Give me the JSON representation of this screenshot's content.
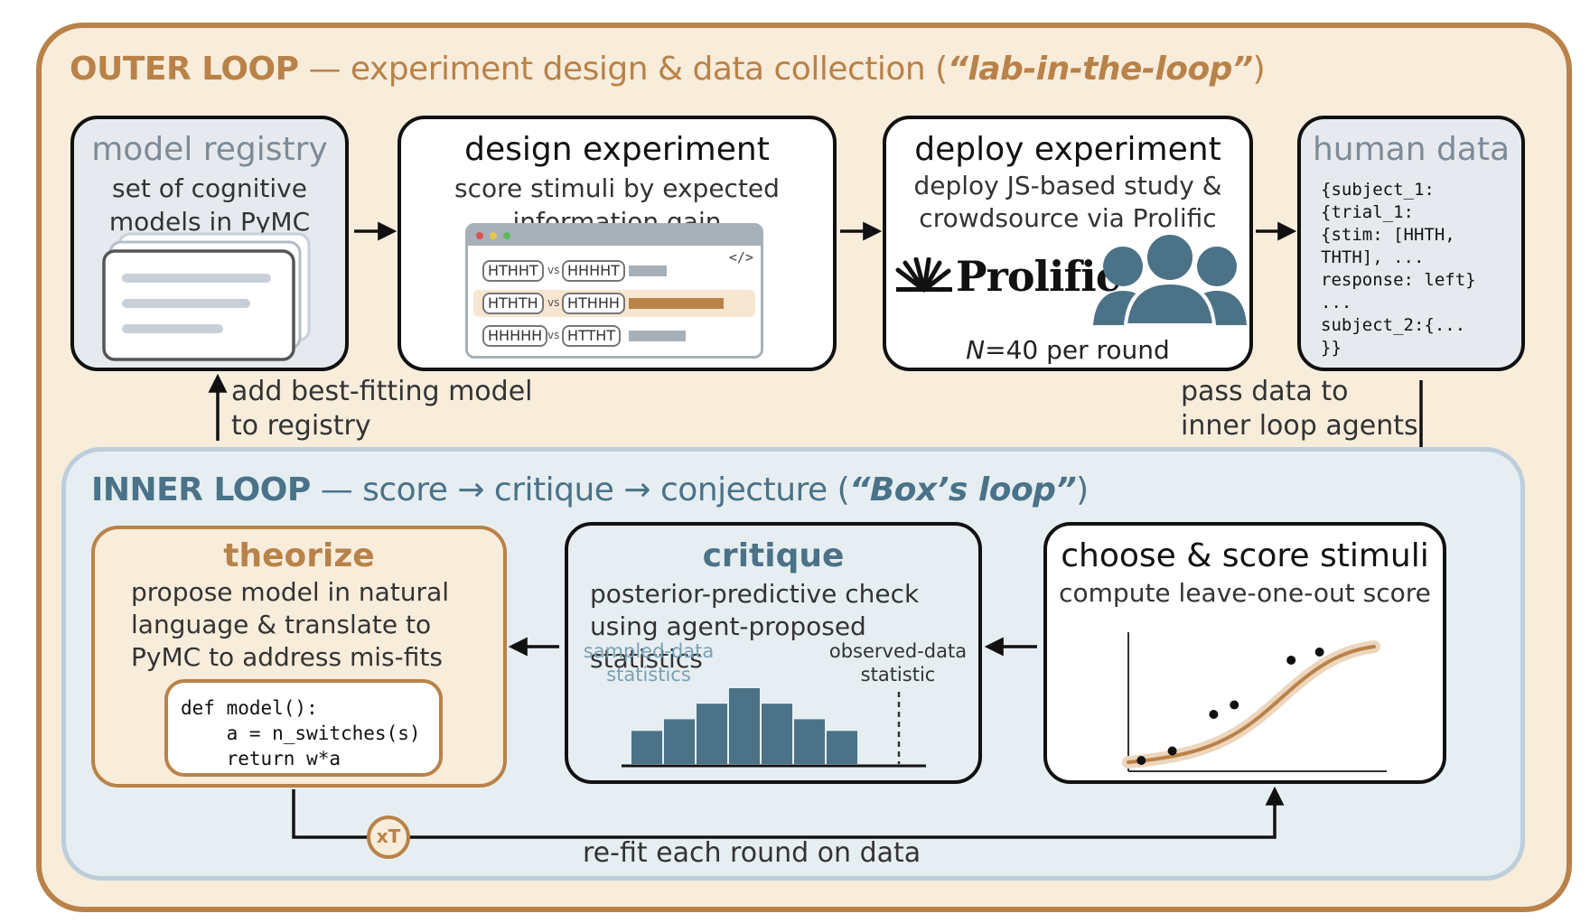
{
  "outer_loop": {
    "title_bold": "OUTER LOOP",
    "title_rest": " — experiment design & data collection (",
    "title_italic": "“lab-in-the-loop”",
    "title_close": ")"
  },
  "model_registry": {
    "title": "model registry",
    "text": "set of cognitive models in PyMC"
  },
  "design_experiment": {
    "title": "design experiment",
    "text": "score stimuli by expected information gain",
    "code_tag": "</>",
    "rows": [
      {
        "left": "HTHHT",
        "vs": "vs",
        "right": "HHHHT",
        "score": 0.4,
        "highlight": false
      },
      {
        "left": "HTHTH",
        "vs": "vs",
        "right": "HTHHH",
        "score": 1.0,
        "highlight": true
      },
      {
        "left": "HHHHH",
        "vs": "vs",
        "right": "HTTHT",
        "score": 0.6,
        "highlight": false
      }
    ]
  },
  "deploy_experiment": {
    "title": "deploy experiment",
    "text": "deploy JS-based study & crowdsource via Prolific",
    "logo_text": "Prolific",
    "n_italic": "N",
    "n_rest": "=40 per round"
  },
  "human_data": {
    "title": "human data",
    "code": "{subject_1:\n{trial_1:\n{stim: [HHTH,\nTHTH], ...\nresponse: left}\n...\nsubject_2:{...\n}}"
  },
  "labels": {
    "add_model": "add best-fitting model\nto registry",
    "pass_data": "pass data to\ninner loop agents",
    "refit": "re-fit each round on data",
    "xT": "xT"
  },
  "inner_loop": {
    "title_bold": "INNER LOOP",
    "title_rest": " — score → critique → conjecture (",
    "title_italic": "“Box’s loop”",
    "title_close": ")"
  },
  "theorize": {
    "title": "theorize",
    "text": "propose model in natural language & translate to PyMC to address mis-fits",
    "code": "def model():\n    a = n_switches(s)\n    return w*a"
  },
  "critique": {
    "title": "critique",
    "text": "posterior-predictive check using agent-proposed statistics",
    "sampled_label": "sampled-data\nstatistics",
    "observed_label": "observed-data\nstatistic",
    "histogram": [
      0.45,
      0.6,
      0.8,
      1.0,
      0.8,
      0.6,
      0.45
    ]
  },
  "choose_score": {
    "title": "choose & score stimuli",
    "text": "compute leave-one-out score",
    "points": [
      [
        0.05,
        0.08
      ],
      [
        0.17,
        0.15
      ],
      [
        0.33,
        0.42
      ],
      [
        0.41,
        0.49
      ],
      [
        0.63,
        0.82
      ],
      [
        0.74,
        0.88
      ]
    ]
  },
  "colors": {
    "outer_fill": "#f8ecdb",
    "outer_border": "#b98248",
    "inner_fill": "#e6eef2",
    "inner_border": "#bccedb",
    "steel": "#4b7287",
    "tan": "#b98248"
  }
}
